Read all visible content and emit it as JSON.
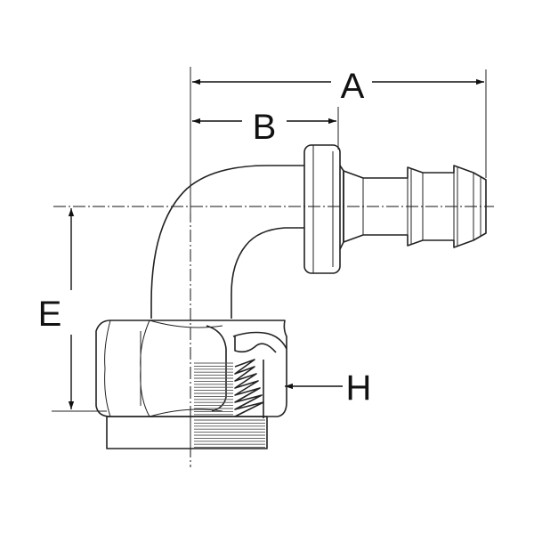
{
  "dimensions": {
    "a_label": "A",
    "b_label": "B",
    "e_label": "E",
    "h_label": "H"
  },
  "colors": {
    "line": "#222222",
    "background": "#ffffff"
  }
}
